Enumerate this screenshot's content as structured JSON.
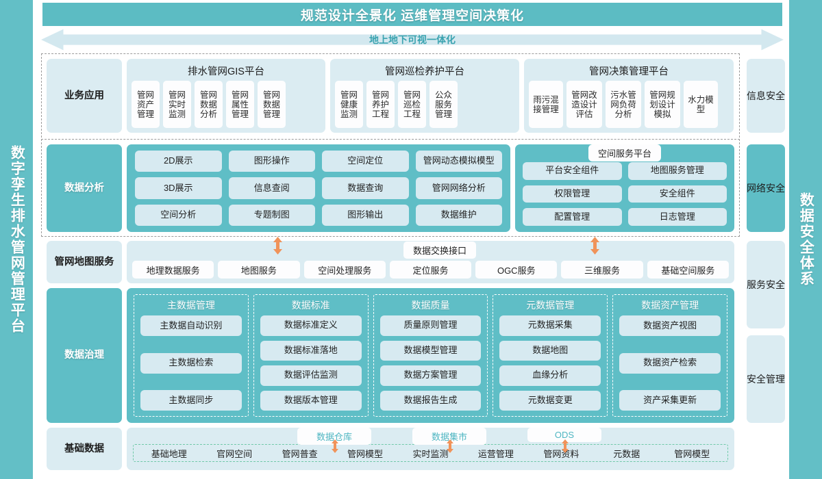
{
  "header": {
    "title": "规范设计全景化  运维管理空间决策化",
    "banner": "地上地下可视一体化"
  },
  "rails": {
    "left": "数字孪生排水管网管理平台",
    "right": "数据安全体系"
  },
  "rows": {
    "business": {
      "label": "业务应用",
      "groups": [
        {
          "title": "排水管网GIS平台",
          "items": [
            "管网资产管理",
            "管网实时监测",
            "管网数据分析",
            "管网属性管理",
            "管网数据管理"
          ]
        },
        {
          "title": "管网巡检养护平台",
          "items": [
            "管网健康监测",
            "管网养护工程",
            "管网巡检工程",
            "公众服务管理"
          ]
        },
        {
          "title": "管网决策管理平台",
          "items": [
            "雨污混接管理",
            "管网改造设计评估",
            "污水管网负荷分析",
            "管网规划设计模拟",
            "水力模型"
          ]
        }
      ]
    },
    "analysis": {
      "label": "数据分析",
      "columns": [
        [
          "2D展示",
          "3D展示",
          "空间分析"
        ],
        [
          "图形操作",
          "信息查阅",
          "专题制图"
        ],
        [
          "空间定位",
          "数据查询",
          "图形输出"
        ],
        [
          "管网动态模拟模型",
          "管网网络分析",
          "数据维护"
        ]
      ],
      "platform": {
        "tab": "空间服务平台",
        "columns": [
          [
            "平台安全组件",
            "权限管理",
            "配置管理"
          ],
          [
            "地图服务管理",
            "安全组件",
            "日志管理"
          ]
        ]
      }
    },
    "map_service": {
      "label": "管网地图服务",
      "exchange_tab": "数据交换接口",
      "services": [
        "地理数据服务",
        "地图服务",
        "空间处理服务",
        "定位服务",
        "OGC服务",
        "三维服务",
        "基础空间服务"
      ]
    },
    "governance": {
      "label": "数据治理",
      "columns": [
        {
          "title": "主数据管理",
          "spread": true,
          "items": [
            "主数据自动识别",
            "主数据检索",
            "主数据同步"
          ]
        },
        {
          "title": "数据标准",
          "spread": false,
          "items": [
            "数据标准定义",
            "数据标准落地",
            "数据评估监测",
            "数据版本管理"
          ]
        },
        {
          "title": "数据质量",
          "spread": false,
          "items": [
            "质量原则管理",
            "数据模型管理",
            "数据方案管理",
            "数据报告生成"
          ]
        },
        {
          "title": "元数据管理",
          "spread": false,
          "items": [
            "元数据采集",
            "数据地图",
            "血缘分析",
            "元数据变更"
          ]
        },
        {
          "title": "数据资产管理",
          "spread": true,
          "items": [
            "数据资产视图",
            "数据资产检索",
            "资产采集更新"
          ]
        }
      ]
    },
    "base_data": {
      "label": "基础数据",
      "tabs": [
        "数据仓库",
        "数据集市",
        "ODS"
      ],
      "items": [
        "基础地理",
        "官网空间",
        "管网普查",
        "管网模型",
        "实时监测",
        "运营管理",
        "管网资料",
        "元数据",
        "管网模型"
      ]
    }
  },
  "security_column": [
    {
      "label": "信息安全",
      "highlight": false
    },
    {
      "label": "网络安全",
      "highlight": true
    },
    {
      "label": "服务安全",
      "highlight": false
    },
    {
      "label": "安全管理",
      "highlight": false
    }
  ],
  "colors": {
    "teal": "#5fbec6",
    "teal_rail": "#63bfc6",
    "pale_blue": "#dbecf2",
    "pill": "#d7eaf1",
    "white_card": "#fdfdfe",
    "arrow_orange": "#f0935a",
    "accent_text": "#4fb6c2",
    "dashed_grey": "#9b9b9b",
    "dashed_green": "#6fc9a8"
  }
}
